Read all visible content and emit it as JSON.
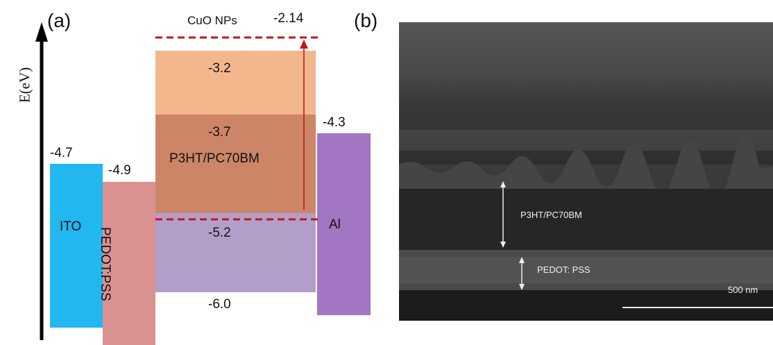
{
  "panel_a": {
    "label": "(a)",
    "axis_label": "E(eV)",
    "layers": {
      "ito": {
        "name": "ITO",
        "level": "-4.7",
        "color": "#22b7f0"
      },
      "pedot": {
        "name": "PEDOT:PSS",
        "level": "-4.9",
        "color": "#d99191"
      },
      "active": {
        "name": "P3HT/PC70BM",
        "upper_color": "#f2b78c",
        "middle_color": "#cd8567",
        "lower_color": "#b39ec9"
      },
      "al": {
        "name": "Al",
        "level": "-4.3",
        "color": "#a276c2"
      }
    },
    "energy_levels": {
      "cuo_top": "-2.14",
      "lumo_pcbm": "-3.2",
      "lumo_p3ht": "-3.7",
      "cuo_bottom": "-5.2",
      "homo": "-6.0"
    },
    "cuo_label": "CuO NPs",
    "dashed_color": "#c0161c"
  },
  "panel_b": {
    "label": "(b)",
    "layer_1": "P3HT/PC70BM",
    "layer_2": "PEDOT: PSS",
    "scale_bar": "500 nm"
  }
}
